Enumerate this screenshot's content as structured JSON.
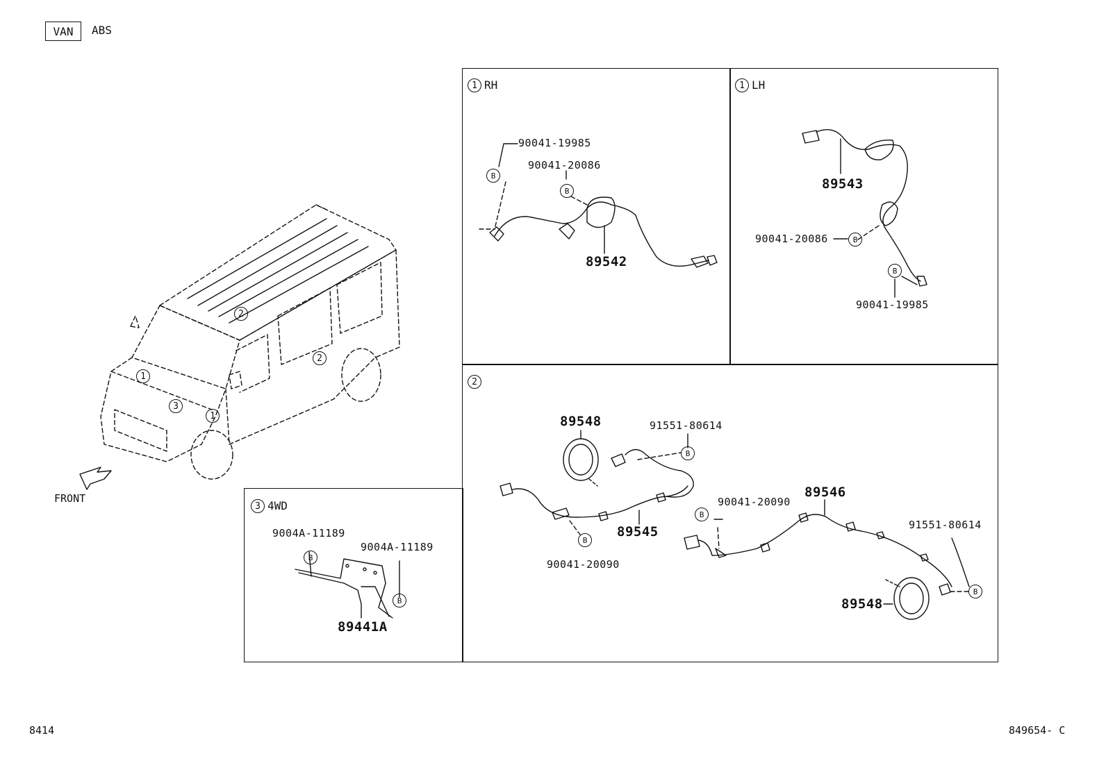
{
  "header": {
    "model_tag": "VAN",
    "system": "ABS"
  },
  "overview": {
    "front_label": "FRONT",
    "callouts": [
      "1",
      "1",
      "2",
      "2",
      "3"
    ]
  },
  "panels": {
    "rh": {
      "marker": "1",
      "title": "RH",
      "parts": {
        "clamp_a": "90041-19985",
        "clamp_b": "90041-20086",
        "sensor": "89542"
      }
    },
    "lh": {
      "marker": "1",
      "title": "LH",
      "parts": {
        "sensor": "89543",
        "clamp_b": "90041-20086",
        "clamp_a": "90041-19985"
      }
    },
    "rear": {
      "marker": "2",
      "parts": {
        "rotor_top": "89548",
        "bolt_top": "91551-80614",
        "sensor_l": "89545",
        "clamp_bottom": "90041-20090",
        "clamp_mid": "90041-20090",
        "sensor_r": "89546",
        "bolt_right": "91551-80614",
        "rotor_bottom": "89548"
      }
    },
    "wd4": {
      "marker": "3",
      "title": "4WD",
      "parts": {
        "bolt_l": "9004A-11189",
        "bolt_r": "9004A-11189",
        "bracket": "89441A"
      }
    }
  },
  "bolt_symbol": "B",
  "footer": {
    "left_code": "8414",
    "right_code": "849654- C"
  }
}
